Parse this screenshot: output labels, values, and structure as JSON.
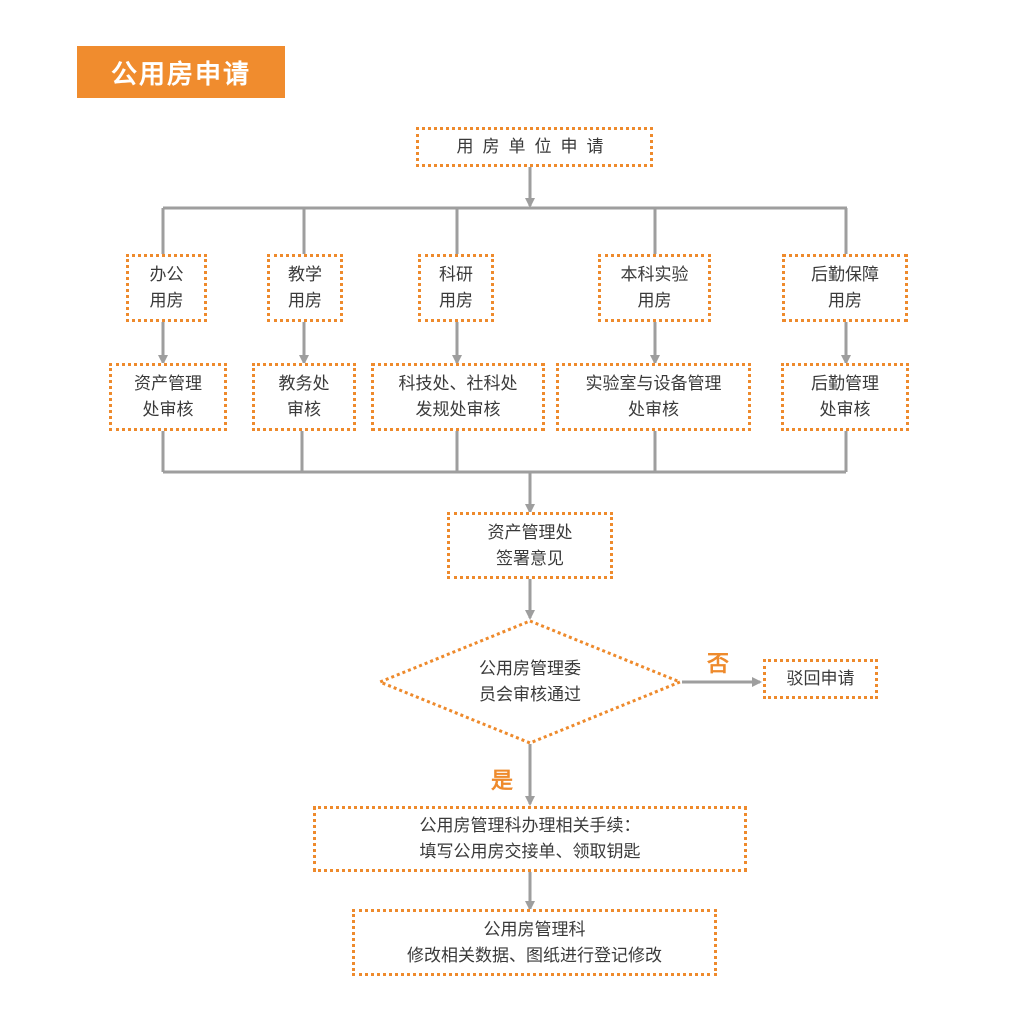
{
  "header": {
    "title": "公用房申请"
  },
  "flow": {
    "start": "用房单位申请",
    "categories": [
      {
        "type_lines": [
          "办公",
          "用房"
        ],
        "review_lines": [
          "资产管理",
          "处审核"
        ]
      },
      {
        "type_lines": [
          "教学",
          "用房"
        ],
        "review_lines": [
          "教务处",
          "审核"
        ]
      },
      {
        "type_lines": [
          "科研",
          "用房"
        ],
        "review_lines": [
          "科技处、社科处",
          "发规处审核"
        ]
      },
      {
        "type_lines": [
          "本科实验",
          "用房"
        ],
        "review_lines": [
          "实验室与设备管理",
          "处审核"
        ]
      },
      {
        "type_lines": [
          "后勤保障",
          "用房"
        ],
        "review_lines": [
          "后勤管理",
          "处审核"
        ]
      }
    ],
    "sign": [
      "资产管理处",
      "签署意见"
    ],
    "decision": [
      "公用房管理委",
      "员会审核通过"
    ],
    "no_label": "否",
    "reject": "驳回申请",
    "yes_label": "是",
    "procedure": [
      "公用房管理科办理相关手续：",
      "填写公用房交接单、领取钥匙"
    ],
    "final": [
      "公用房管理科",
      "修改相关数据、图纸进行登记修改"
    ]
  },
  "colors": {
    "accent": "#ee8a2c",
    "connector": "#9e9e9e",
    "header_bg": "#f08c2e"
  }
}
